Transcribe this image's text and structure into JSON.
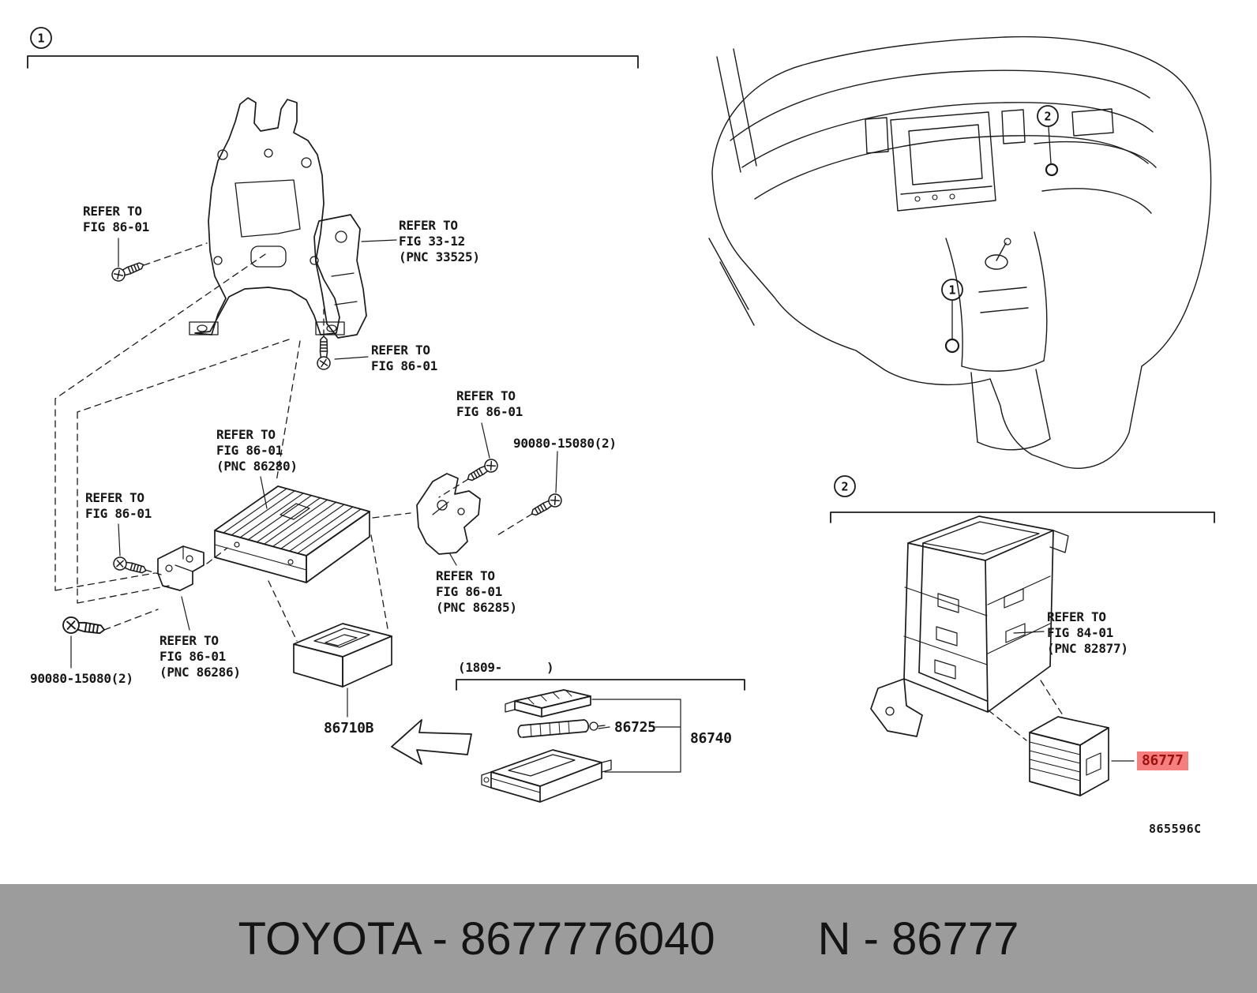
{
  "badges": {
    "section1": "1",
    "section2": "2",
    "dash1": "1",
    "dash2": "2"
  },
  "labels": {
    "refer_a": "REFER TO\nFIG 86-01",
    "refer_b": "REFER TO\nFIG 33-12\n(PNC 33525)",
    "refer_c": "REFER TO\nFIG 86-01",
    "refer_d": "REFER TO\nFIG 86-01",
    "refer_e": "REFER TO\nFIG 86-01\n(PNC 86280)",
    "refer_f": "REFER TO\nFIG 86-01",
    "refer_g": "REFER TO\nFIG 86-01\n(PNC 86285)",
    "refer_h": "REFER TO\nFIG 86-01\n(PNC 86286)",
    "refer_i": "REFER TO\nFIG 84-01\n(PNC 82877)",
    "bolt_right": "90080-15080(2)",
    "bolt_left": "90080-15080(2)",
    "date_range": "(1809-      )"
  },
  "parts": {
    "main_box": "86710B",
    "retainer": "86725",
    "assembly": "86740",
    "highlighted": "86777"
  },
  "figure_code": "865596C",
  "footer": {
    "left": "TOYOTA - 8677776040",
    "right": "N - 86777"
  },
  "colors": {
    "highlight_bg": "#f57f7f",
    "highlight_text": "#9c1010",
    "footer_bg": "#9c9c9c",
    "line": "#1a1a1a"
  }
}
